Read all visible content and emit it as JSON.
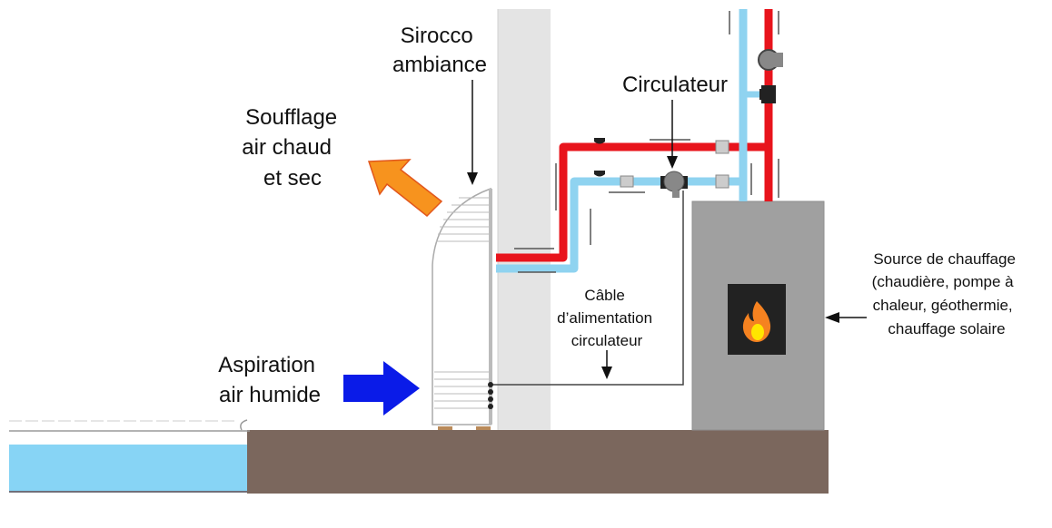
{
  "labels": {
    "sirocco": [
      "Sirocco",
      "ambiance"
    ],
    "circulateur": "Circulateur",
    "soufflage": [
      "Soufflage",
      "air chaud",
      "et sec"
    ],
    "aspiration": [
      "Aspiration",
      "air humide"
    ],
    "cable": [
      "Câble",
      "d’alimentation",
      "circulateur"
    ],
    "source": [
      "Source de chauffage",
      "(chaudière, pompe à",
      "chaleur, géothermie,",
      "chauffage solaire"
    ]
  },
  "colors": {
    "hot_pipe": "#e8141c",
    "cold_pipe": "#8fd3f0",
    "pool_water": "#87d4f5",
    "ground": "#7b675d",
    "wall": "#e6e6e6",
    "boiler": "#a0a0a0",
    "firebox": "#222222",
    "hot_air_arrow": "#f7931e",
    "humid_air_arrow": "#0a1be8"
  },
  "icons": {
    "flame": "flame-icon",
    "pump": "circulator-pump-icon",
    "valve": "valve-icon"
  }
}
